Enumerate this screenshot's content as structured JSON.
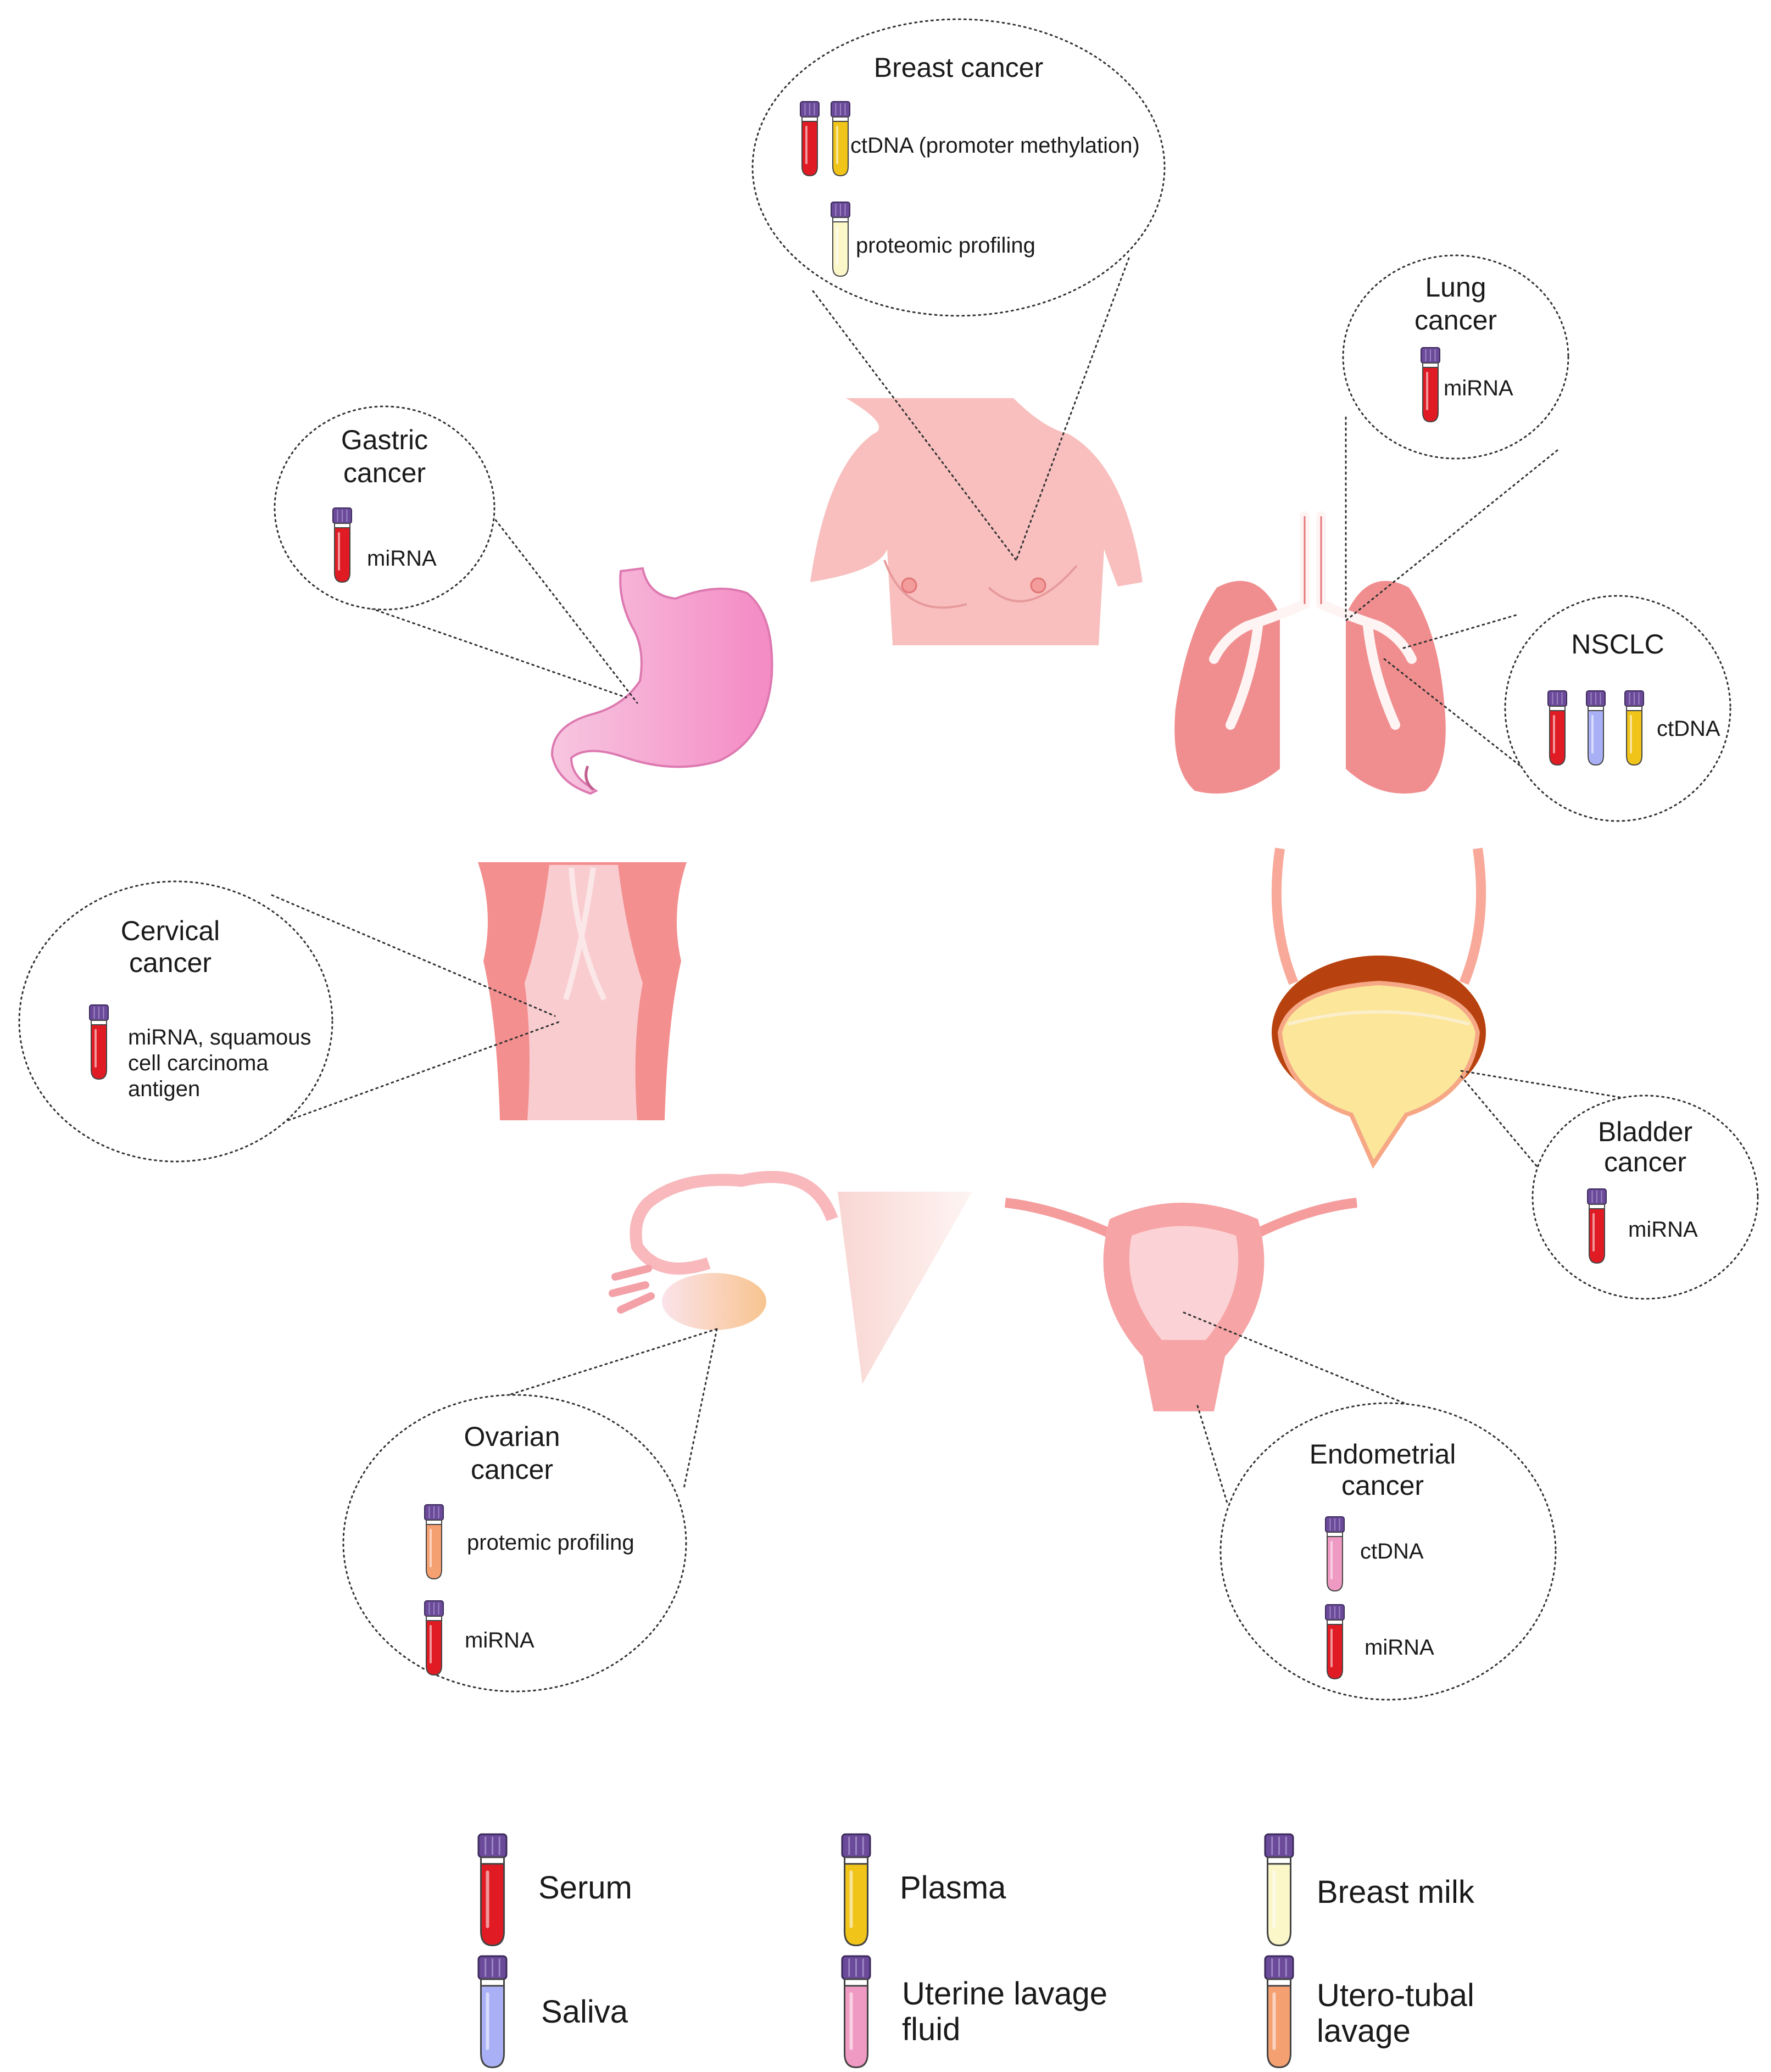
{
  "colors": {
    "serum": "#e01b24",
    "plasma": "#f0c419",
    "breast_milk": "#fbf7c9",
    "saliva": "#aab0f5",
    "uterine_lavage": "#ef9ac3",
    "utero_tubal": "#f5a071",
    "cap": "#6b4a9a"
  },
  "bubbles": {
    "breast": {
      "title": [
        "Breast cancer"
      ],
      "items": [
        {
          "tubes": [
            "serum",
            "plasma"
          ],
          "lines": [
            "ctDNA (promoter methylation)"
          ]
        },
        {
          "tubes": [
            "breast_milk"
          ],
          "lines": [
            "proteomic profiling"
          ]
        }
      ]
    },
    "lung": {
      "title": [
        "Lung",
        "cancer"
      ],
      "items": [
        {
          "tubes": [
            "serum"
          ],
          "lines": [
            "miRNA"
          ]
        }
      ]
    },
    "nsclc": {
      "title": [
        "NSCLC"
      ],
      "items": [
        {
          "tubes": [
            "serum",
            "saliva",
            "plasma"
          ],
          "lines": [
            "ctDNA"
          ]
        }
      ]
    },
    "gastric": {
      "title": [
        "Gastric",
        "cancer"
      ],
      "items": [
        {
          "tubes": [
            "serum"
          ],
          "lines": [
            "miRNA"
          ]
        }
      ]
    },
    "cervical": {
      "title": [
        "Cervical",
        "cancer"
      ],
      "items": [
        {
          "tubes": [
            "serum"
          ],
          "lines": [
            "miRNA, squamous",
            "cell carcinoma",
            "antigen"
          ]
        }
      ]
    },
    "bladder": {
      "title": [
        "Bladder",
        "cancer"
      ],
      "items": [
        {
          "tubes": [
            "serum"
          ],
          "lines": [
            "miRNA"
          ]
        }
      ]
    },
    "ovarian": {
      "title": [
        "Ovarian",
        "cancer"
      ],
      "items": [
        {
          "tubes": [
            "utero_tubal"
          ],
          "lines": [
            "protemic profiling"
          ]
        },
        {
          "tubes": [
            "serum"
          ],
          "lines": [
            "miRNA"
          ]
        }
      ]
    },
    "endometrial": {
      "title": [
        "Endometrial",
        "cancer"
      ],
      "items": [
        {
          "tubes": [
            "uterine_lavage"
          ],
          "lines": [
            "ctDNA"
          ]
        },
        {
          "tubes": [
            "serum"
          ],
          "lines": [
            "miRNA"
          ]
        }
      ]
    }
  },
  "legend": [
    {
      "key": "serum",
      "lines": [
        "Serum"
      ]
    },
    {
      "key": "plasma",
      "lines": [
        "Plasma"
      ]
    },
    {
      "key": "breast_milk",
      "lines": [
        "Breast milk"
      ]
    },
    {
      "key": "saliva",
      "lines": [
        "Saliva"
      ]
    },
    {
      "key": "uterine_lavage",
      "lines": [
        "Uterine lavage",
        "fluid"
      ]
    },
    {
      "key": "utero_tubal",
      "lines": [
        "Utero-tubal",
        "lavage"
      ]
    }
  ]
}
